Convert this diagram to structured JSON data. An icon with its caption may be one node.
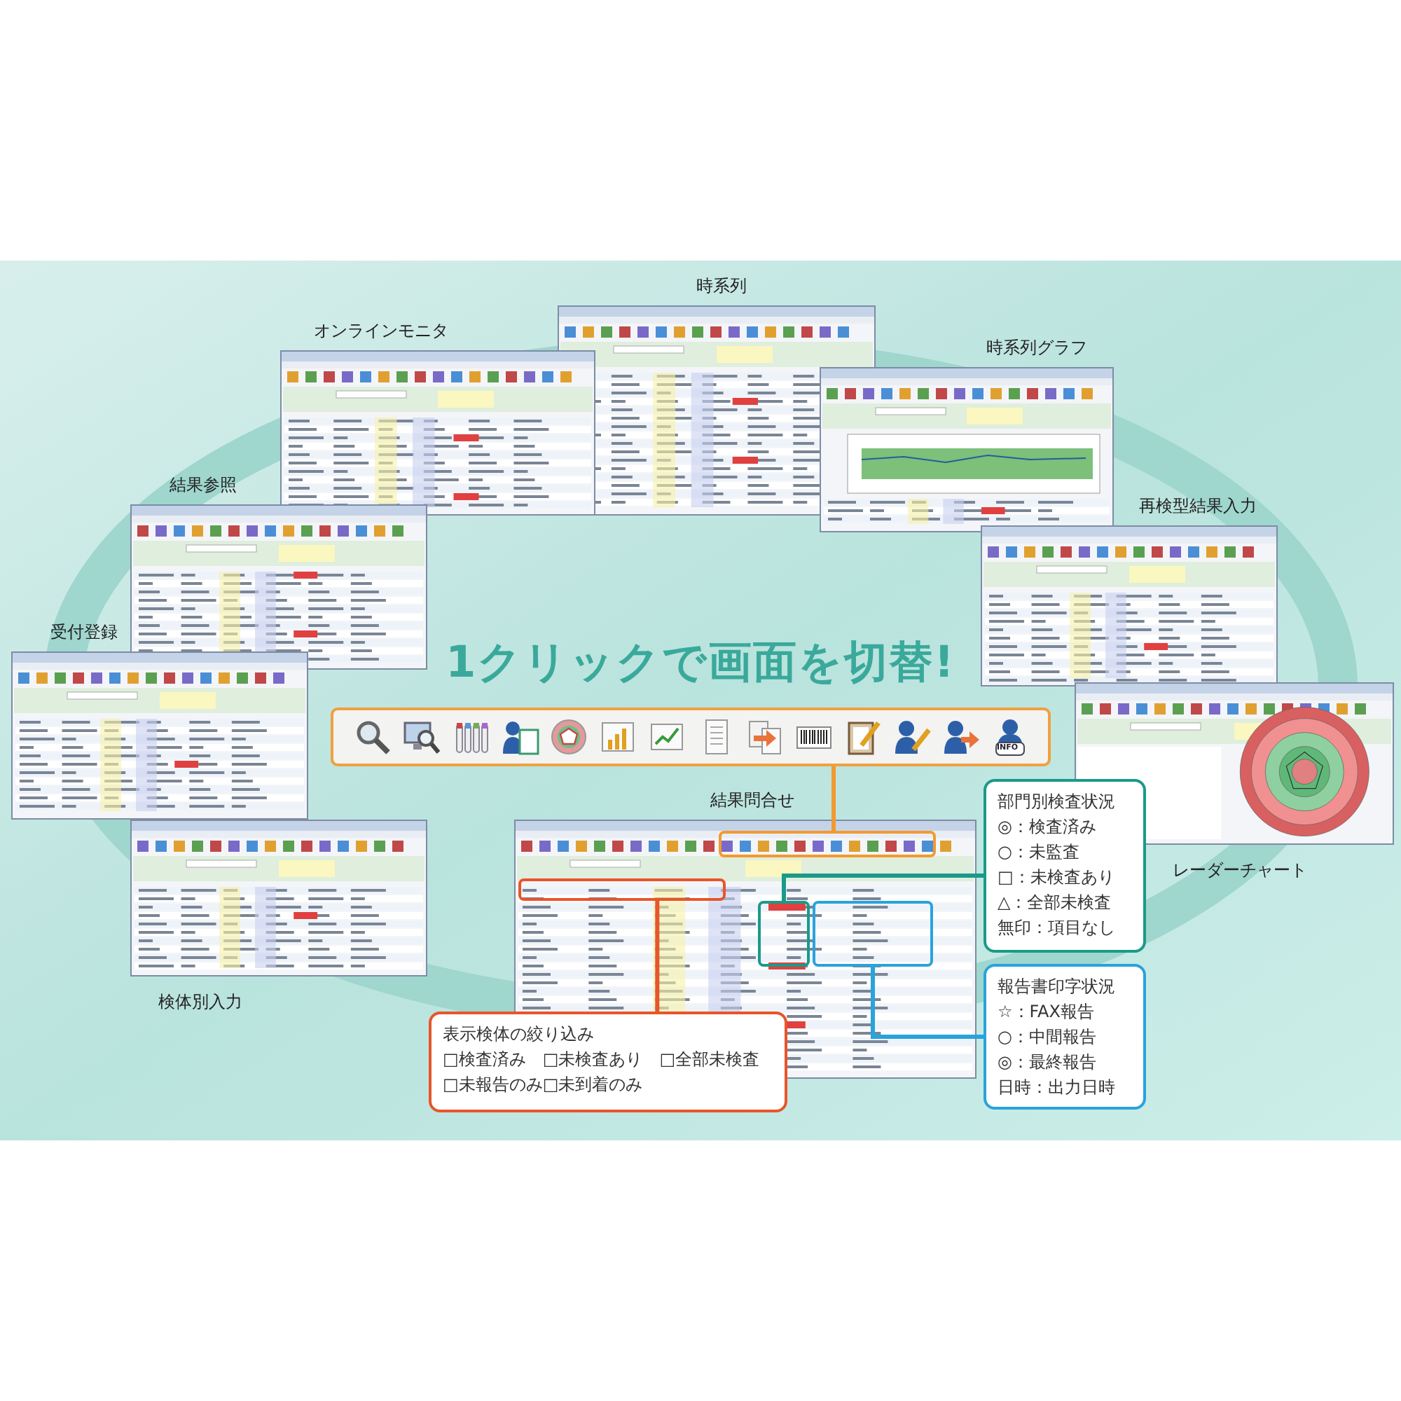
{
  "diagram": {
    "title": "1クリックで画面を切替!",
    "nodes": [
      {
        "text": [
          "時系列"
        ]
      },
      {
        "text": [
          "オンラインモニタ"
        ]
      },
      {
        "text": [
          "時系列グラフ"
        ]
      },
      {
        "text": [
          "結果参照"
        ]
      },
      {
        "text": [
          "再検型結果入力"
        ]
      },
      {
        "text": [
          "受付登録"
        ]
      },
      {
        "text": [],
        "shape": "box"
      },
      {
        "text": [
          "レーダーチャート"
        ]
      },
      {
        "text": [
          "結果問合せ"
        ]
      },
      {
        "text": [],
        "shape": "box",
        "in": 8
      },
      {
        "text": [],
        "shape": "box",
        "in": 8
      },
      {
        "text": [],
        "shape": "box",
        "in": 8
      },
      {
        "text": [],
        "shape": "box",
        "in": 8
      },
      {
        "text": [
          "部門別検査状況",
          "◎：検査済み",
          "○：未監査",
          "□：未検査あり",
          "△：全部未検査",
          "無印：項目なし"
        ]
      },
      {
        "text": [
          "検体別入力"
        ]
      },
      {
        "text": [
          "報告書印字状況",
          "☆：FAX報告",
          "○：中間報告",
          "◎：最終報告",
          "日時：出力日時"
        ]
      },
      {
        "text": [
          "表示検体の絞り込み",
          "□検査済み",
          "□未検査あり",
          "□全部未検査",
          "□未報告のみ",
          "□未到着のみ"
        ]
      }
    ],
    "edges": [
      {
        "from": 6,
        "to": 9,
        "arrow": "none",
        "color": "#f29a2e"
      },
      {
        "from": 10,
        "to": 16,
        "arrow": "none",
        "color": "#e8552a"
      },
      {
        "from": 11,
        "to": 13,
        "arrow": "none",
        "color": "#1a9a8a"
      },
      {
        "from": 12,
        "to": 15,
        "arrow": "none",
        "color": "#29a3dc"
      }
    ],
    "labels": [
      "INFO"
    ]
  }
}
